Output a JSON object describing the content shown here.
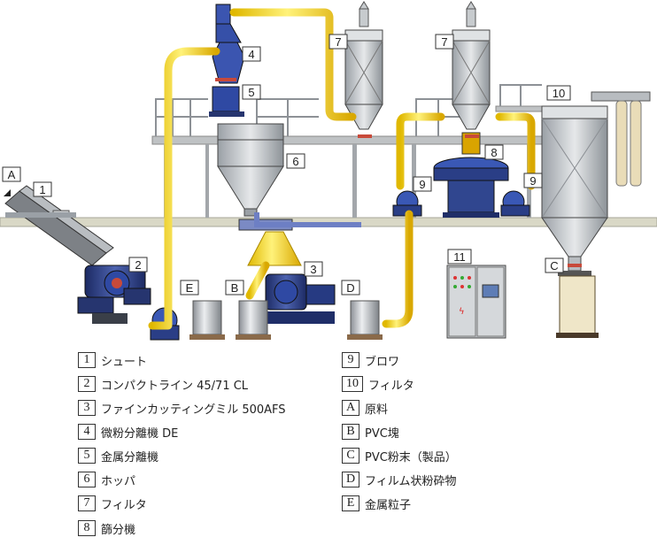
{
  "diagram": {
    "tags": {
      "A": "A",
      "B": "B",
      "C": "C",
      "D": "D",
      "E": "E",
      "n1": "1",
      "n2": "2",
      "n3": "3",
      "n4": "4",
      "n5": "5",
      "n6": "6",
      "n7a": "7",
      "n7b": "7",
      "n8": "8",
      "n9a": "9",
      "n9b": "9",
      "n10": "10",
      "n11": "11"
    },
    "colors": {
      "pipe": "#f7d600",
      "steel": "#b8bcc0",
      "blue": "#2c3f86",
      "frame": "#9a9ea2",
      "floor": "#d8d8c8"
    }
  },
  "legend": {
    "left": [
      {
        "key": "1",
        "text": "シュート"
      },
      {
        "key": "2",
        "text": "コンパクトライン 45/71 CL"
      },
      {
        "key": "3",
        "text": "ファインカッティングミル 500AFS"
      },
      {
        "key": "4",
        "text": "微粉分離機 DE"
      },
      {
        "key": "5",
        "text": "金属分離機"
      },
      {
        "key": "6",
        "text": "ホッパ"
      },
      {
        "key": "7",
        "text": "フィルタ"
      },
      {
        "key": "8",
        "text": "篩分機"
      }
    ],
    "right": [
      {
        "key": "9",
        "text": "ブロワ"
      },
      {
        "key": "10",
        "text": "フィルタ"
      },
      {
        "key": "A",
        "text": "原料"
      },
      {
        "key": "B",
        "text": "PVC塊"
      },
      {
        "key": "C",
        "text": "PVC粉末（製品）"
      },
      {
        "key": "D",
        "text": "フィルム状粉砕物"
      },
      {
        "key": "E",
        "text": "金属粒子"
      }
    ]
  }
}
